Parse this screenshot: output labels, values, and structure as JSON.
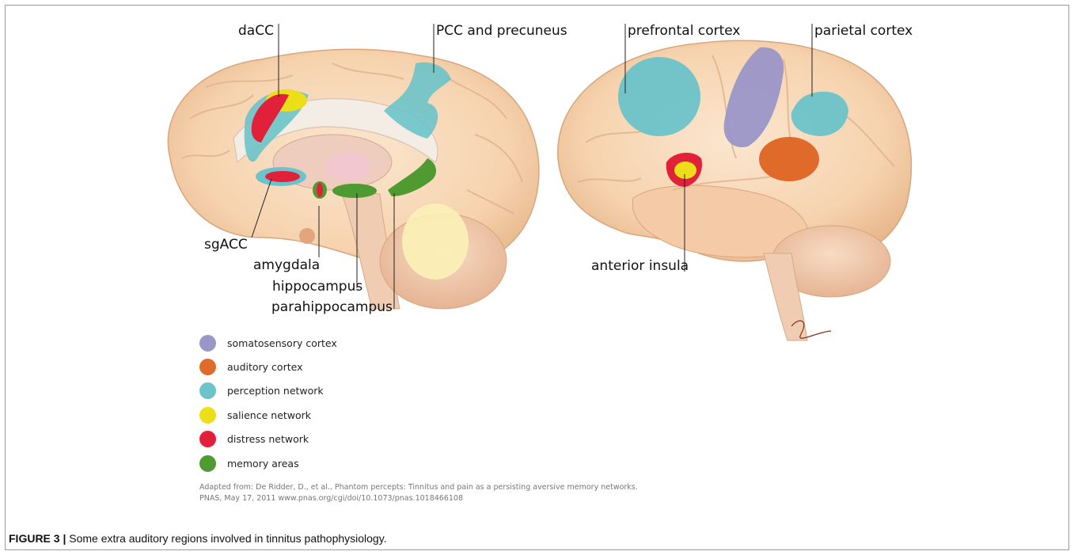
{
  "labels": {
    "dacc": "daCC",
    "pcc": "PCC and precuneus",
    "sgacc": "sgACC",
    "amygdala": "amygdala",
    "hippocampus": "hippocampus",
    "parahippocampus": "parahippocampus",
    "prefrontal": "prefrontal cortex",
    "parietal": "parietal cortex",
    "insula": "anterior insula"
  },
  "legend": [
    {
      "label": "somatosensory cortex",
      "color": "#9b96c8"
    },
    {
      "label": "auditory cortex",
      "color": "#e06a2a"
    },
    {
      "label": "perception network",
      "color": "#6cc3c9"
    },
    {
      "label": "salience network",
      "color": "#ecde18"
    },
    {
      "label": "distress network",
      "color": "#e1203a"
    },
    {
      "label": "memory areas",
      "color": "#4f9b32"
    }
  ],
  "credit": {
    "line1": "Adapted from: De Ridder, D., et al., Phantom percepts: Tinnitus and pain as a persisting aversive memory networks.",
    "line2": "PNAS, May 17, 2011  www.pnas.org/cgi/doi/10.1073/pnas.1018466108"
  },
  "caption": {
    "prefix": "FIGURE 3 |",
    "text": " Some extra auditory regions involved in tinnitus pathophysiology."
  }
}
